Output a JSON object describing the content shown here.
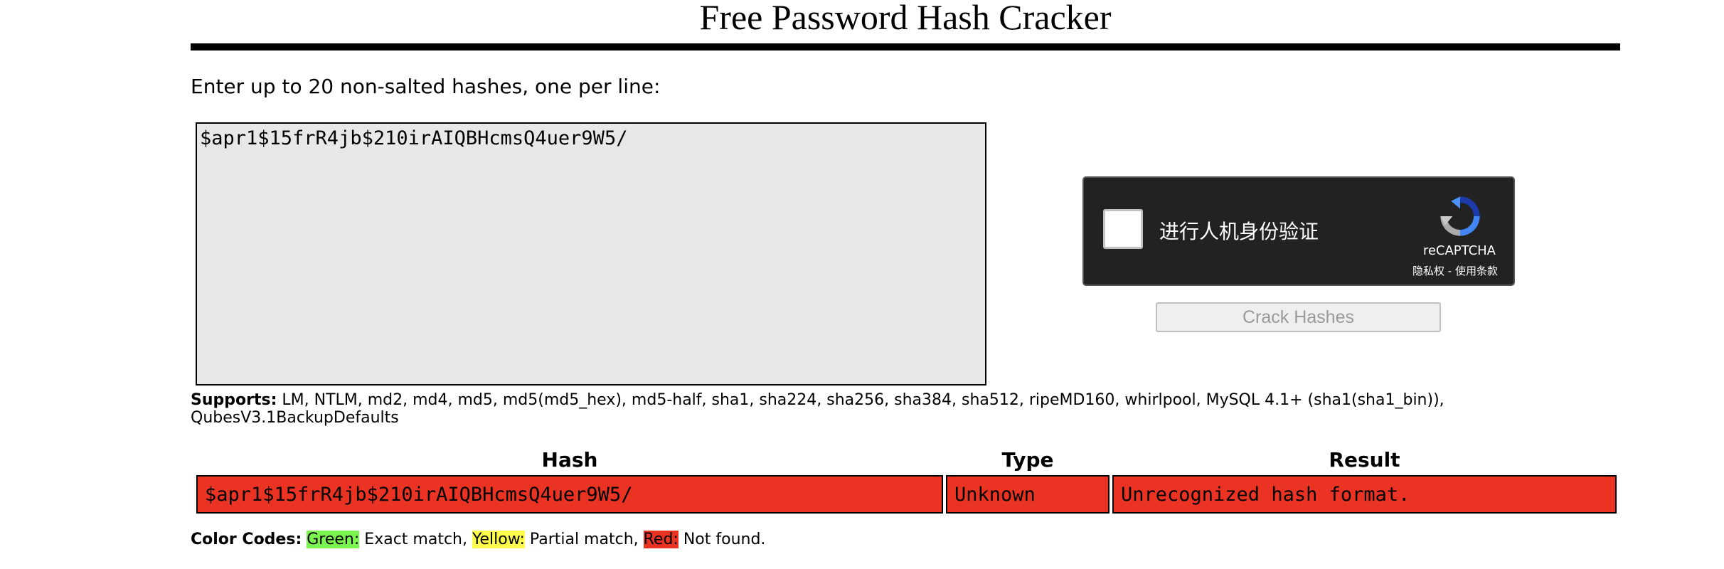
{
  "page": {
    "title": "Free Password Hash Cracker",
    "instructions": "Enter up to 20 non-salted hashes, one per line:"
  },
  "input": {
    "hashes_value": "$apr1$15frR4jb$210irAIQBHcmsQ4uer9W5/"
  },
  "recaptcha": {
    "label": "进行人机身份验证",
    "brand": "reCAPTCHA",
    "privacy_link": "隐私权",
    "separator": " - ",
    "terms_link": "使用条款",
    "icon": "recaptcha-logo-icon"
  },
  "actions": {
    "crack_label": "Crack Hashes"
  },
  "supports": {
    "label": "Supports:",
    "text": "LM, NTLM, md2, md4, md5, md5(md5_hex), md5-half, sha1, sha224, sha256, sha384, sha512, ripeMD160, whirlpool, MySQL 4.1+ (sha1(sha1_bin)), QubesV3.1BackupDefaults"
  },
  "results": {
    "headers": {
      "hash": "Hash",
      "type": "Type",
      "result": "Result"
    },
    "rows": [
      {
        "hash": "$apr1$15frR4jb$210irAIQBHcmsQ4uer9W5/",
        "type": "Unknown",
        "result": "Unrecognized hash format.",
        "status_color": "#ea3323"
      }
    ]
  },
  "color_codes": {
    "label": "Color Codes:",
    "green_label": "Green:",
    "green_text": " Exact match, ",
    "green_color": "#7bf44f",
    "yellow_label": "Yellow:",
    "yellow_text": " Partial match, ",
    "yellow_color": "#ffff4b",
    "red_label": "Red:",
    "red_text": " Not found.",
    "red_color": "#ea3323"
  }
}
